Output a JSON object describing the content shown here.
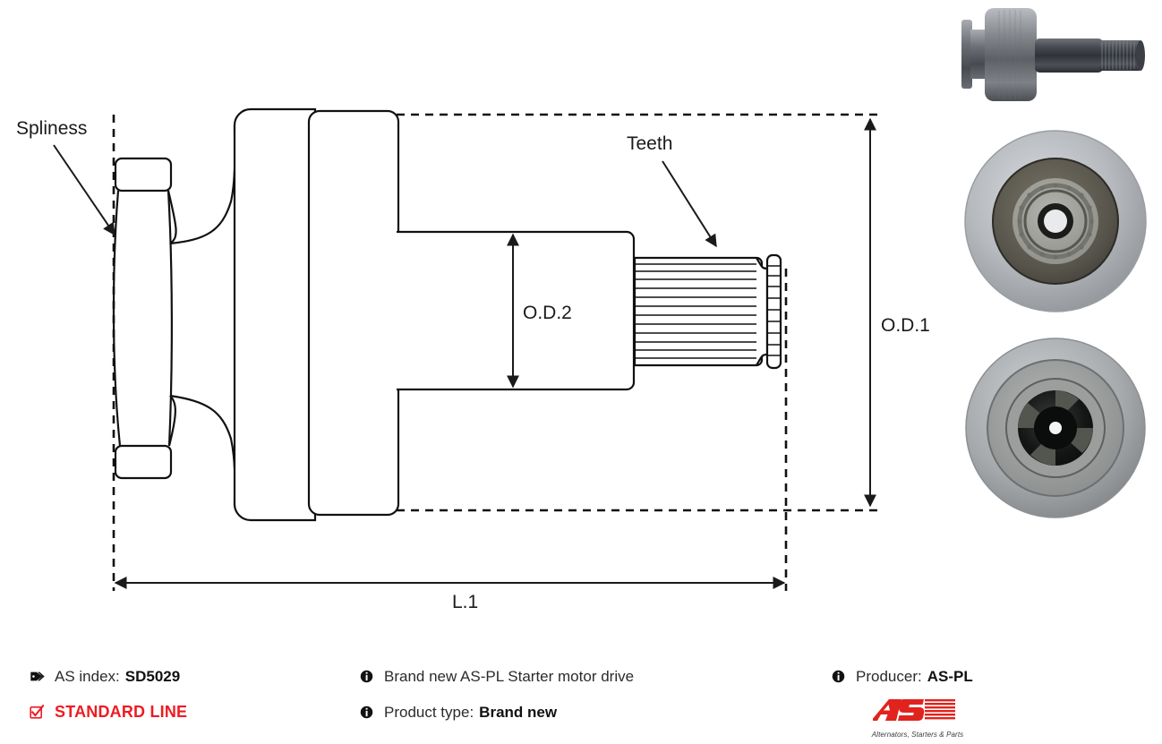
{
  "drawing": {
    "labels": {
      "splines": "Spliness",
      "teeth": "Teeth",
      "od1": "O.D.1",
      "od2": "O.D.2",
      "l1": "L.1"
    }
  },
  "photos": [
    {
      "name": "starter-drive-side-view",
      "caption": ""
    },
    {
      "name": "starter-drive-front-view",
      "caption": ""
    },
    {
      "name": "starter-drive-rear-view",
      "caption": ""
    }
  ],
  "footer": {
    "as_index_label": "AS index:",
    "as_index_value": "SD5029",
    "standard_line": "STANDARD LINE",
    "description": "Brand new AS-PL Starter motor drive",
    "product_type_label": "Product type:",
    "product_type_value": "Brand new",
    "producer_label": "Producer:",
    "producer_value": "AS-PL",
    "icons": {
      "tag": "tag-icon",
      "check": "checked-box-icon",
      "info": "info-icon"
    }
  },
  "logo": {
    "mark": "AS",
    "tagline": "Alternators, Starters & Parts"
  },
  "colors": {
    "accent_red": "#ED1C24",
    "line": "#111111",
    "text": "#2b2b2b"
  }
}
